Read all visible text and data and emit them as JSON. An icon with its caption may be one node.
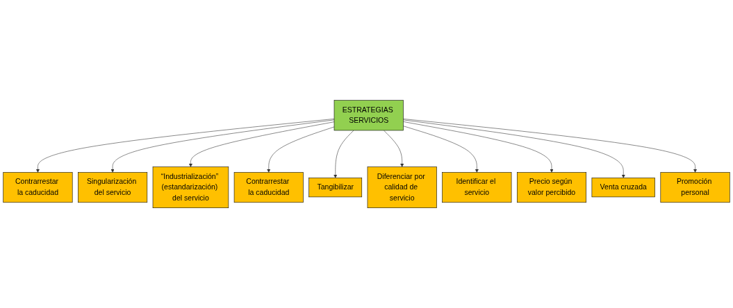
{
  "diagram": {
    "nodes": [
      {
        "text": [
          "Contrarrestar la caducidad"
        ]
      },
      {
        "text": [
          "Tangibilizar"
        ]
      },
      {
        "text": [
          "Identificar el servicio"
        ]
      },
      {
        "text": [
          "Singularización del servicio"
        ]
      },
      {
        "text": [
          "Precio según valor percibido"
        ]
      },
      {
        "text": [
          "ESTRATEGIAS SERVICIOS"
        ]
      },
      {
        "text": [
          "“Industrialización” (estandarización) del servicio"
        ]
      },
      {
        "text": [
          "Venta cruzada"
        ]
      },
      {
        "text": [
          "Contrarrestar la caducidad"
        ]
      },
      {
        "text": [
          "Diferenciar por calidad de servicio"
        ]
      },
      {
        "text": [
          "Promoción personal"
        ]
      }
    ],
    "edges": [
      {
        "from": 5,
        "to": 0,
        "arrow": "to"
      },
      {
        "from": 5,
        "to": 3,
        "arrow": "to"
      },
      {
        "from": 5,
        "to": 6,
        "arrow": "to"
      },
      {
        "from": 5,
        "to": 8,
        "arrow": "to"
      },
      {
        "from": 5,
        "to": 1,
        "arrow": "to"
      },
      {
        "from": 5,
        "to": 9,
        "arrow": "to"
      },
      {
        "from": 5,
        "to": 2,
        "arrow": "to"
      },
      {
        "from": 5,
        "to": 4,
        "arrow": "to"
      },
      {
        "from": 5,
        "to": 7,
        "arrow": "to"
      },
      {
        "from": 5,
        "to": 10,
        "arrow": "to"
      }
    ]
  }
}
